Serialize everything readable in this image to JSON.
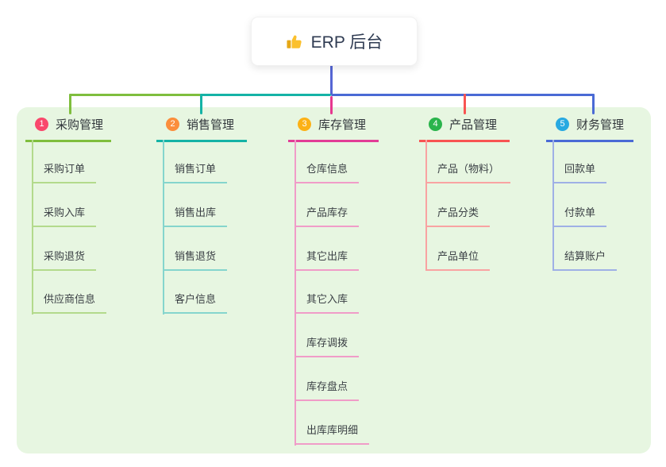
{
  "root": {
    "label": "ERP 后台",
    "icon": "thumbs-up-icon"
  },
  "branches": [
    {
      "index": "1",
      "label": "采购管理",
      "color": "#7fbe3d",
      "badge_color": "#f9486c",
      "children": [
        "采购订单",
        "采购入库",
        "采购退货",
        "供应商信息"
      ]
    },
    {
      "index": "2",
      "label": "销售管理",
      "color": "#15b3a6",
      "badge_color": "#fb8e3c",
      "children": [
        "销售订单",
        "销售出库",
        "销售退货",
        "客户信息"
      ]
    },
    {
      "index": "3",
      "label": "库存管理",
      "color": "#e23c96",
      "badge_color": "#fcb116",
      "children": [
        "仓库信息",
        "产品库存",
        "其它出库",
        "其它入库",
        "库存调拨",
        "库存盘点",
        "出库库明细"
      ]
    },
    {
      "index": "4",
      "label": "产品管理",
      "color": "#f85452",
      "badge_color": "#2ab44c",
      "children": [
        "产品（物料）",
        "产品分类",
        "产品单位"
      ]
    },
    {
      "index": "5",
      "label": "财务管理",
      "color": "#4a6ad5",
      "badge_color": "#28a9e1",
      "children": [
        "回款单",
        "付款单",
        "结算账户"
      ]
    }
  ],
  "colors": {
    "panel_bg": "#e7f6e1",
    "root_connector": "#5566d4",
    "branch_3_drop": "#e6388f"
  }
}
